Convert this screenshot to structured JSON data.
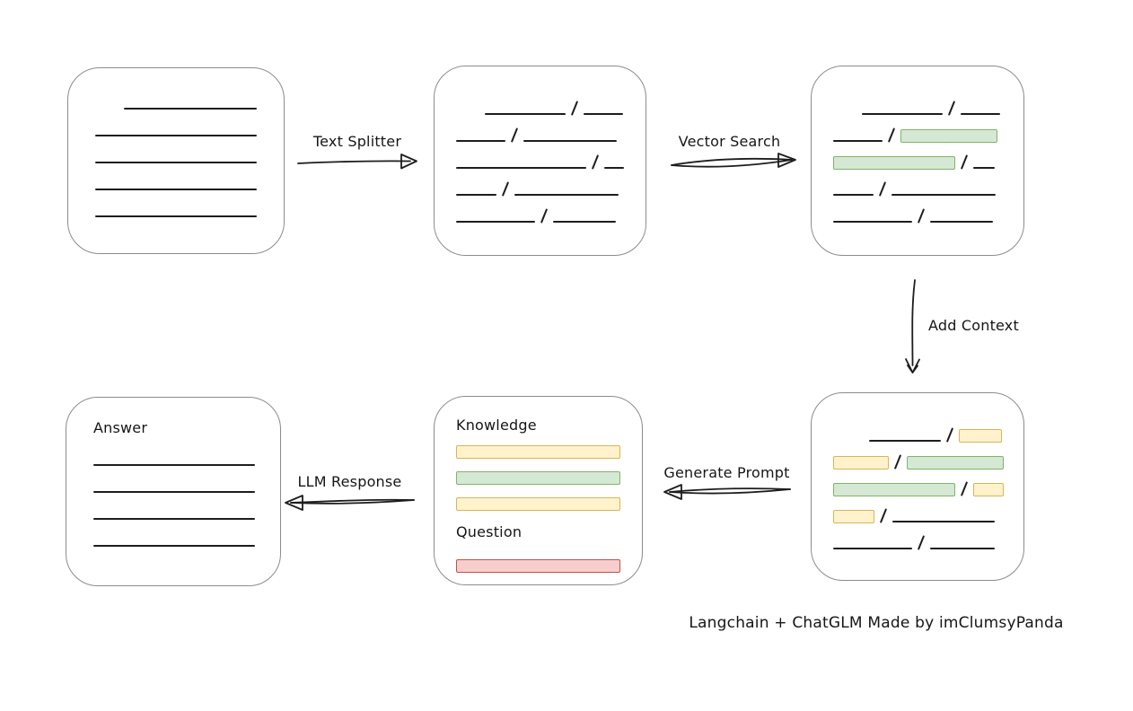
{
  "labels": {
    "text_splitter": "Text Splitter",
    "vector_search": "Vector Search",
    "add_context": "Add Context",
    "generate_prompt": "Generate Prompt",
    "llm_response": "LLM Response"
  },
  "caption": "Langchain + ChatGLM Made by imClumsyPanda",
  "boxes": {
    "document": {
      "lines": [
        {
          "ml": 32,
          "w": 148
        },
        {
          "ml": 0,
          "w": 180
        },
        {
          "ml": 0,
          "w": 180
        },
        {
          "ml": 0,
          "w": 180
        },
        {
          "ml": 0,
          "w": 180
        }
      ]
    },
    "chunks": {
      "rows": [
        [
          {
            "t": "space",
            "w": 32
          },
          {
            "t": "line",
            "w": 90
          },
          {
            "t": "slash"
          },
          {
            "t": "line",
            "w": 44
          }
        ],
        [
          {
            "t": "line",
            "w": 55
          },
          {
            "t": "slash"
          },
          {
            "t": "line",
            "w": 104
          }
        ],
        [
          {
            "t": "line",
            "w": 160
          },
          {
            "t": "slash"
          },
          {
            "t": "line",
            "w": 24
          }
        ],
        [
          {
            "t": "line",
            "w": 45
          },
          {
            "t": "slash"
          },
          {
            "t": "line",
            "w": 116
          }
        ],
        [
          {
            "t": "line",
            "w": 88
          },
          {
            "t": "slash"
          },
          {
            "t": "line",
            "w": 70
          }
        ]
      ]
    },
    "matched_chunks": {
      "rows": [
        [
          {
            "t": "space",
            "w": 32
          },
          {
            "t": "line",
            "w": 90
          },
          {
            "t": "slash"
          },
          {
            "t": "line",
            "w": 44
          }
        ],
        [
          {
            "t": "line",
            "w": 55
          },
          {
            "t": "slash"
          },
          {
            "t": "green",
            "w": 108
          }
        ],
        [
          {
            "t": "green",
            "w": 136
          },
          {
            "t": "slash"
          },
          {
            "t": "line",
            "w": 24
          }
        ],
        [
          {
            "t": "line",
            "w": 45
          },
          {
            "t": "slash"
          },
          {
            "t": "line",
            "w": 116
          }
        ],
        [
          {
            "t": "line",
            "w": 88
          },
          {
            "t": "slash"
          },
          {
            "t": "line",
            "w": 70
          }
        ]
      ]
    },
    "context_chunks": {
      "rows": [
        [
          {
            "t": "space",
            "w": 40
          },
          {
            "t": "line",
            "w": 92
          },
          {
            "t": "slash"
          },
          {
            "t": "yellow",
            "w": 48
          }
        ],
        [
          {
            "t": "yellow",
            "w": 62
          },
          {
            "t": "slash"
          },
          {
            "t": "green",
            "w": 108
          }
        ],
        [
          {
            "t": "green",
            "w": 136
          },
          {
            "t": "slash"
          },
          {
            "t": "yellow",
            "w": 34
          }
        ],
        [
          {
            "t": "yellow",
            "w": 46
          },
          {
            "t": "slash"
          },
          {
            "t": "line",
            "w": 114
          }
        ],
        [
          {
            "t": "line",
            "w": 88
          },
          {
            "t": "slash"
          },
          {
            "t": "line",
            "w": 72
          }
        ]
      ]
    },
    "prompt": {
      "knowledge_label": "Knowledge",
      "question_label": "Question",
      "knowledge_bars": [
        "yellow",
        "green",
        "yellow"
      ],
      "question_bars": [
        "red"
      ]
    },
    "answer": {
      "title": "Answer",
      "lines": [
        {
          "ml": 0,
          "w": 180
        },
        {
          "ml": 0,
          "w": 180
        },
        {
          "ml": 0,
          "w": 180
        },
        {
          "ml": 0,
          "w": 180
        }
      ]
    }
  },
  "colors": {
    "line": "#1d1d1d",
    "box_border": "#8c8c8c",
    "green_fill": "#d5e8d4",
    "green_stroke": "#82b366",
    "yellow_fill": "#fff2cc",
    "yellow_stroke": "#d6b656",
    "red_fill": "#f8cecc",
    "red_stroke": "#b85450"
  }
}
